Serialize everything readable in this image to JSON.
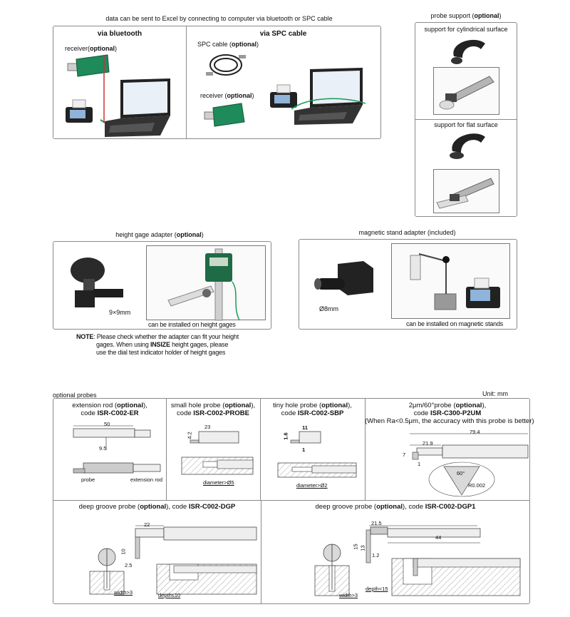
{
  "data_transfer": {
    "title": "data can be sent to Excel by connecting to computer via bluetooth or SPC cable",
    "bluetooth_heading": "via bluetooth",
    "spc_heading": "via SPC cable",
    "receiver_bt": {
      "pre": "receiver(",
      "bold": "optional",
      "post": ")"
    },
    "spc_cable": {
      "pre": "SPC cable (",
      "bold": "optional",
      "post": ")"
    },
    "receiver_spc": {
      "pre": "receiver (",
      "bold": "optional",
      "post": ")"
    }
  },
  "probe_support": {
    "title": {
      "pre": "probe support (",
      "bold": "optional",
      "post": ")"
    },
    "cylindrical": "support for cylindrical surface",
    "flat": "support for flat surface"
  },
  "height_gage": {
    "title": {
      "pre": "height gage adapter (",
      "bold": "optional",
      "post": ")"
    },
    "size": "9×9mm",
    "caption": "can be installed on height gages",
    "note_label": "NOTE",
    "note_line1": ": Please check whether the adapter can fit your height",
    "note_line2_pre": "gages. When using ",
    "note_brand": "INSIZE",
    "note_line2_post": " height gages, please",
    "note_line3": "use the dial test indicator holder of height gages"
  },
  "magnetic": {
    "title": "magnetic stand adapter (included)",
    "size": "Ø8mm",
    "caption": "can be installed on magnetic stands"
  },
  "optional_probes": {
    "title": "optional probes",
    "unit": "Unit: mm",
    "ext_rod": {
      "name_pre": "extension rod (",
      "name_bold": "optional",
      "name_post": "),",
      "code_pre": "code ",
      "code": "ISR-C002-ER",
      "dim_len": "50",
      "dim_dia": "9.5",
      "label_probe": "probe",
      "label_rod": "extension rod"
    },
    "small_hole": {
      "name_pre": "small hole probe (",
      "name_bold": "optional",
      "name_post": "),",
      "code_pre": "code ",
      "code": "ISR-C002-PROBE",
      "dim_len": "23",
      "dim_h": "4.2",
      "note": "diameter>Ø5"
    },
    "tiny_hole": {
      "name_pre": "tiny hole probe (",
      "name_bold": "optional",
      "name_post": "),",
      "code_pre": "code ",
      "code": "ISR-C002-SBP",
      "dim_len": "11",
      "dim_h": "1.6",
      "dim_t": "1",
      "note": "diameter>Ø2"
    },
    "p2um": {
      "name_pre": "2μm/60°probe (",
      "name_bold": "optional",
      "name_post": "),",
      "code_pre": "code ",
      "code": "ISR-C300-P2UM",
      "remark": "(When Ra<0.5μm, the accuracy with this probe is better)",
      "dim_total": "79.4",
      "dim_tip": "21.9",
      "dim_h": "7",
      "dim_t": "1",
      "angle": "60°",
      "radius": "R0.002"
    },
    "dgp": {
      "name_pre": "deep groove probe (",
      "name_bold": "optional",
      "name_post": "), code ",
      "code": "ISR-C002-DGP",
      "dim_len": "22",
      "dim_h": "10",
      "dim_t": "2.5",
      "width": "width>3",
      "depth": "depth≤10"
    },
    "dgp1": {
      "name_pre": "deep groove probe (",
      "name_bold": "optional",
      "name_post": "), code ",
      "code": "ISR-C002-DGP1",
      "dim_len": "21.5",
      "dim_total": "44",
      "dim_h1": "15",
      "dim_h2": "13",
      "dim_t": "1.2",
      "width": "width>3",
      "depth": "depth<15"
    }
  }
}
